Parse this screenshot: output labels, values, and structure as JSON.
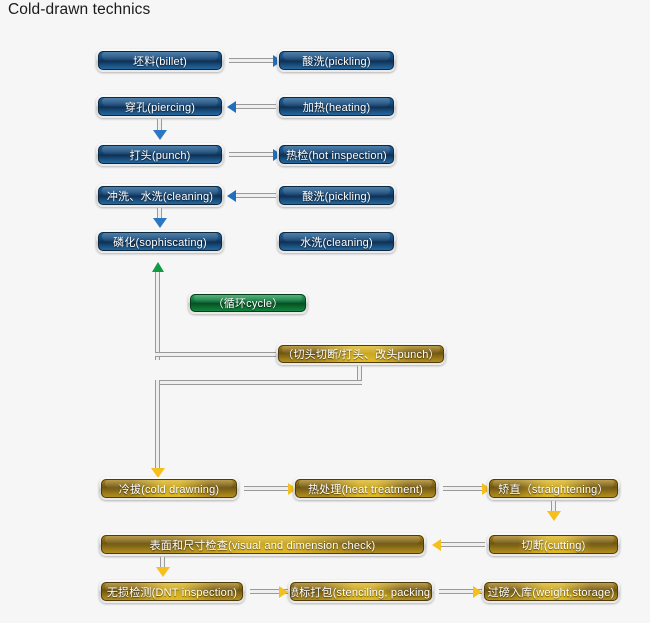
{
  "page": {
    "title": "Cold-drawn technics",
    "background_color": "#f6f6f6"
  },
  "palette": {
    "blue_node": "#123a63",
    "green_node": "#0a5c2e",
    "gold_node": "#6d5412",
    "blue_arrow": "#1f6fbf",
    "green_arrow": "#0f9b43",
    "gold_arrow": "#f5bf1c",
    "connector_line": "#9a9a9a"
  },
  "flowchart": {
    "stage_hot": {
      "nodes": [
        {
          "id": "billet",
          "label": "坯料(billet)"
        },
        {
          "id": "pickling1",
          "label": "酸洗(pickling)"
        },
        {
          "id": "piercing",
          "label": "穿孔(piercing)"
        },
        {
          "id": "heating",
          "label": "加热(heating)"
        },
        {
          "id": "punch",
          "label": "打头(punch)"
        },
        {
          "id": "hot-inspection",
          "label": "热检(hot inspection)"
        },
        {
          "id": "cleaning1",
          "label": "冲洗、水洗(cleaning)"
        },
        {
          "id": "pickling2",
          "label": "酸洗(pickling)"
        },
        {
          "id": "sophiscating",
          "label": "磷化(sophiscating)"
        },
        {
          "id": "cleaning2",
          "label": "水洗(cleaning)"
        }
      ]
    },
    "stage_cycle": {
      "nodes": [
        {
          "id": "cycle",
          "label": "（循环cycle）"
        },
        {
          "id": "cut-punch",
          "label": "（切头切断/打头、改头punch）"
        }
      ]
    },
    "stage_cold": {
      "nodes": [
        {
          "id": "cold-drawing",
          "label": "冷拔(cold drawning)"
        },
        {
          "id": "heat-treatment",
          "label": "热处理(heat treatment)"
        },
        {
          "id": "straightening",
          "label": "矫直（straightening）"
        },
        {
          "id": "cutting",
          "label": "切断(cutting)"
        },
        {
          "id": "visual-check",
          "label": "表面和尺寸检查(visual and dimension check)"
        },
        {
          "id": "dnt-inspection",
          "label": "无损检测(DNT inspection)"
        },
        {
          "id": "stenciling",
          "label": "喷标打包(stenciling, packing)"
        },
        {
          "id": "weight-storage",
          "label": "过磅入库(weight,storage)"
        }
      ]
    },
    "connectors": [
      {
        "id": "billet-to-pickling1",
        "direction": "right",
        "color": "blue"
      },
      {
        "id": "heating-to-piercing",
        "direction": "left",
        "color": "blue"
      },
      {
        "id": "piercing-to-punch",
        "direction": "down",
        "color": "blue"
      },
      {
        "id": "punch-to-hot-inspection",
        "direction": "right",
        "color": "blue"
      },
      {
        "id": "pickling2-to-cleaning1",
        "direction": "left",
        "color": "blue"
      },
      {
        "id": "cleaning1-to-sophiscating",
        "direction": "down",
        "color": "blue"
      },
      {
        "id": "cycle-return-up",
        "direction": "up",
        "color": "green"
      },
      {
        "id": "cut-punch-down",
        "direction": "down",
        "color": "gold"
      },
      {
        "id": "elbow-to-cold-drawing",
        "direction": "down",
        "color": "gold"
      },
      {
        "id": "cold-drawing-to-heat",
        "direction": "right",
        "color": "gold"
      },
      {
        "id": "heat-to-straightening",
        "direction": "right",
        "color": "gold"
      },
      {
        "id": "straightening-to-cutting",
        "direction": "down",
        "color": "gold"
      },
      {
        "id": "cutting-to-visual",
        "direction": "left",
        "color": "gold"
      },
      {
        "id": "visual-to-dnt",
        "direction": "down",
        "color": "gold"
      },
      {
        "id": "dnt-to-stenciling",
        "direction": "right",
        "color": "gold"
      },
      {
        "id": "stenciling-to-storage",
        "direction": "right",
        "color": "gold"
      }
    ]
  }
}
